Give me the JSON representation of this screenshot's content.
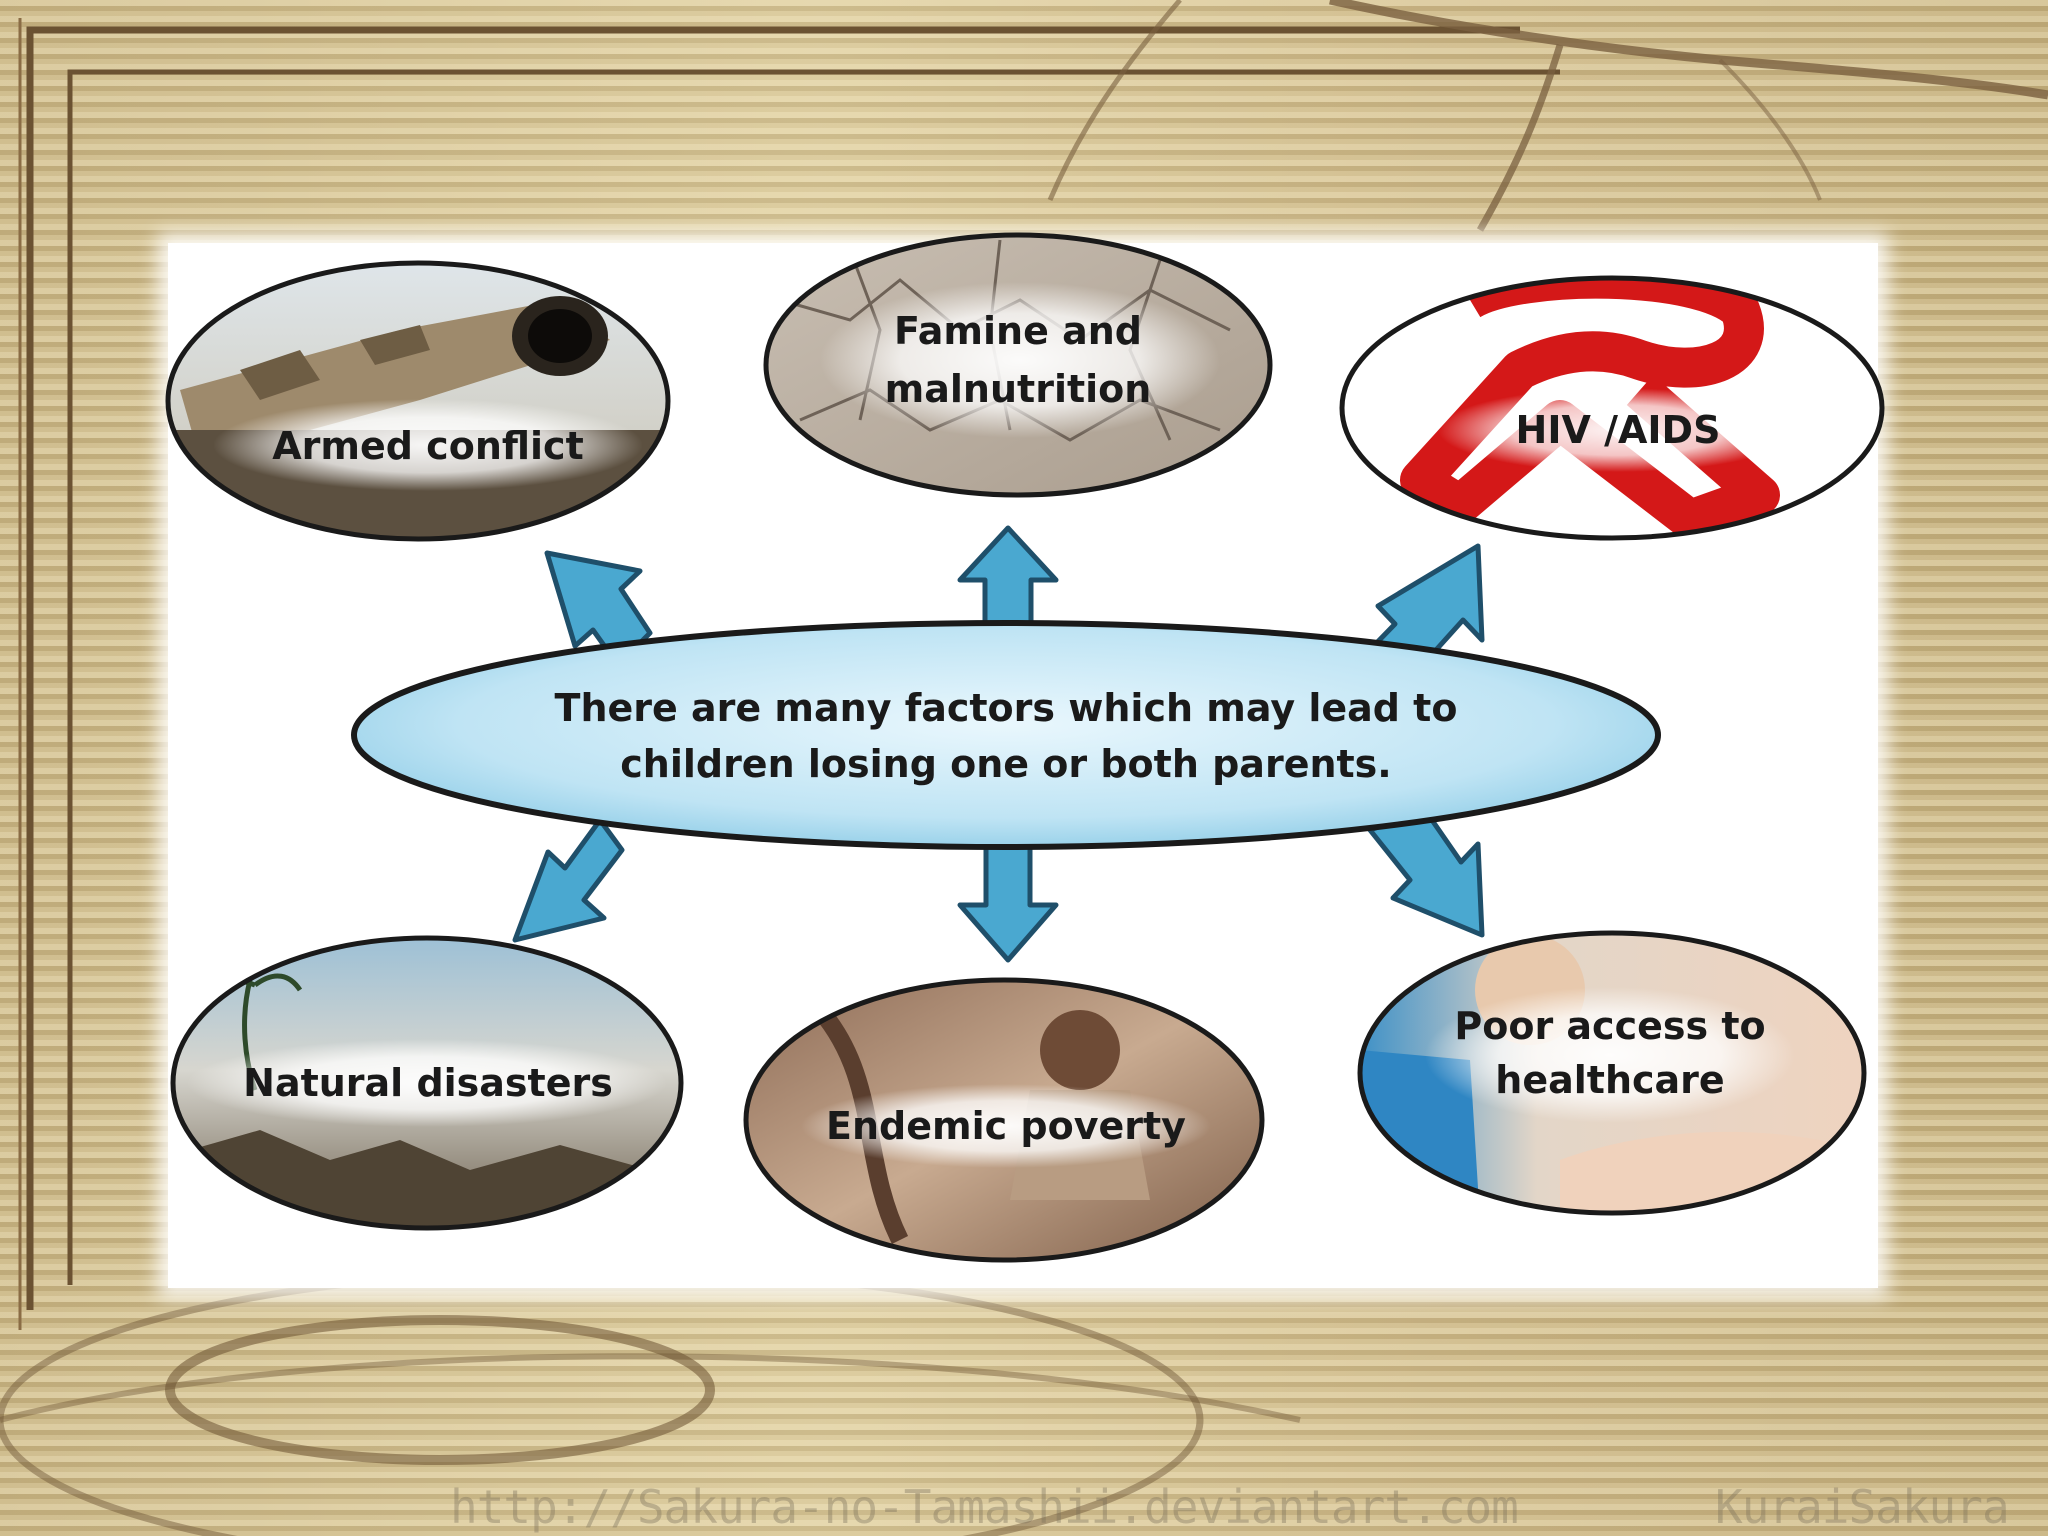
{
  "center": {
    "line1": "There are many factors which may lead to",
    "line2": "children losing one or both parents."
  },
  "factors": [
    {
      "id": "armed-conflict",
      "lines": [
        "Armed conflict"
      ]
    },
    {
      "id": "famine",
      "lines": [
        "Famine and",
        "malnutrition"
      ]
    },
    {
      "id": "hiv",
      "lines": [
        "HIV /AIDS"
      ]
    },
    {
      "id": "natural-disasters",
      "lines": [
        "Natural disasters"
      ]
    },
    {
      "id": "endemic-poverty",
      "lines": [
        "Endemic poverty"
      ]
    },
    {
      "id": "healthcare",
      "lines": [
        "Poor access to",
        "healthcare"
      ]
    }
  ],
  "watermark": {
    "url": "http://Sakura-no-Tamashii.deviantart.com",
    "author": "KuraiSakura"
  },
  "colors": {
    "arrow": "#4aa8d0",
    "arrow_stroke": "#1f4f6a",
    "center_fill": "#bfe4f4",
    "ribbon": "#d41818"
  }
}
